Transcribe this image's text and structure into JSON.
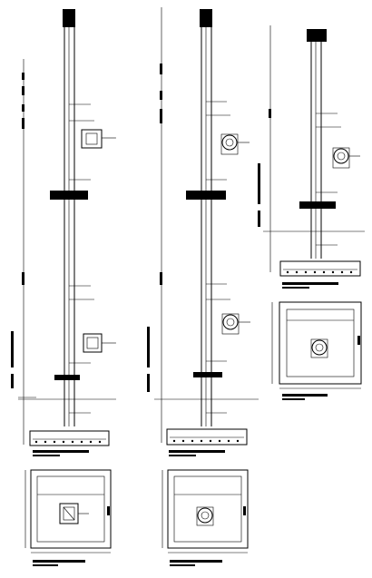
{
  "sheet": {
    "type": "cad-column-reinforcement-details",
    "line_color": "#000000",
    "background": "#ffffff"
  },
  "drawings": [
    {
      "id": "column-1-elevation",
      "label": ""
    },
    {
      "id": "column-2-elevation",
      "label": ""
    },
    {
      "id": "column-3-elevation",
      "label": ""
    },
    {
      "id": "footing-1-plan",
      "label": ""
    },
    {
      "id": "footing-2-plan",
      "label": ""
    },
    {
      "id": "footing-3-plan",
      "label": ""
    }
  ]
}
